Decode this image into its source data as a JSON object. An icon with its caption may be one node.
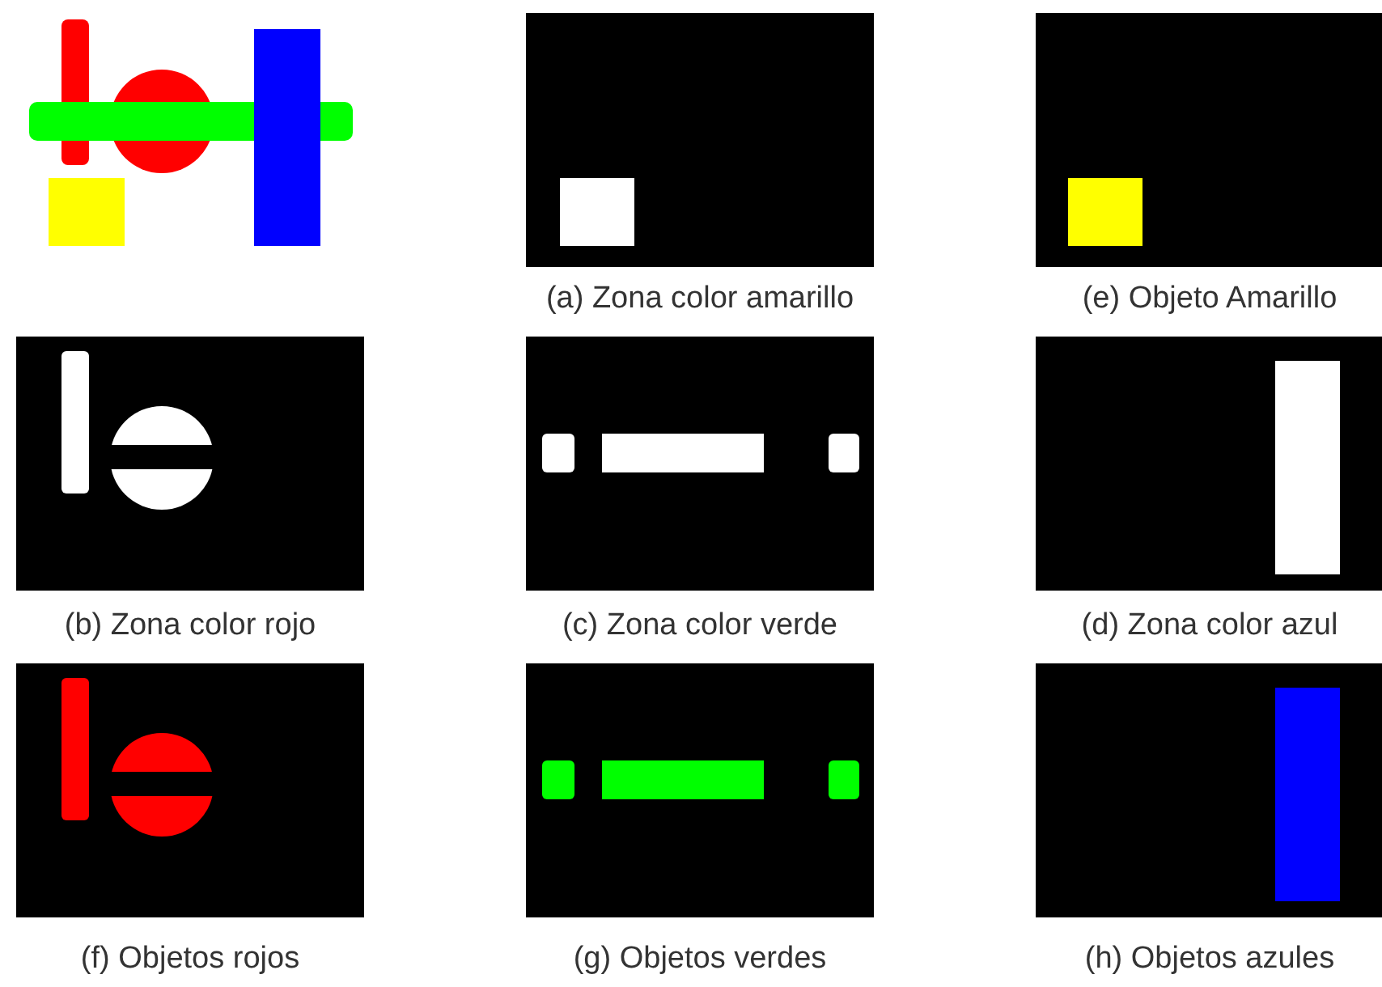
{
  "diagram": {
    "labels": [
      "(a) Zona color amarillo",
      "(e) Objeto Amarillo",
      "(b) Zona color rojo",
      "(c) Zona color verde",
      "(d) Zona color azul",
      "(f) Objetos rojos",
      "(g) Objetos verdes",
      "(h) Objetos azules"
    ]
  }
}
